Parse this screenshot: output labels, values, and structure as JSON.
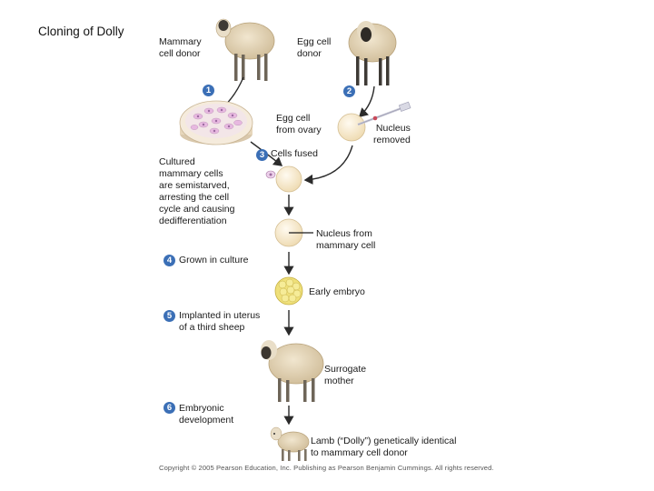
{
  "title": "Cloning of Dolly",
  "labels": {
    "mammary_donor": "Mammary\ncell donor",
    "egg_donor": "Egg cell\ndonor",
    "egg_from_ovary": "Egg cell\nfrom ovary",
    "nucleus_removed": "Nucleus\nremoved",
    "cells_fused": "Cells fused",
    "cultured_cells": "Cultured\nmammary cells\nare semistarved,\narresting the cell\ncycle and causing\ndedifferentiation",
    "nucleus_from_mammary": "Nucleus from\nmammary cell",
    "grown_in_culture": "Grown in culture",
    "early_embryo": "Early embryo",
    "implanted": "Implanted in uterus\nof a third sheep",
    "surrogate": "Surrogate\nmother",
    "embryonic_dev": "Embryonic\ndevelopment",
    "lamb": "Lamb (“Dolly”) genetically identical\nto mammary cell donor"
  },
  "steps": [
    "1",
    "2",
    "3",
    "4",
    "5",
    "6"
  ],
  "copyright": "Copyright © 2005 Pearson Education, Inc. Publishing as Pearson Benjamin Cummings. All rights reserved.",
  "colors": {
    "step_badge": "#3b6fb6",
    "wool": "#e7d9bd",
    "cell": "#f7e9c8",
    "arrow": "#2b2b2b",
    "dish": "#efe3cf"
  }
}
